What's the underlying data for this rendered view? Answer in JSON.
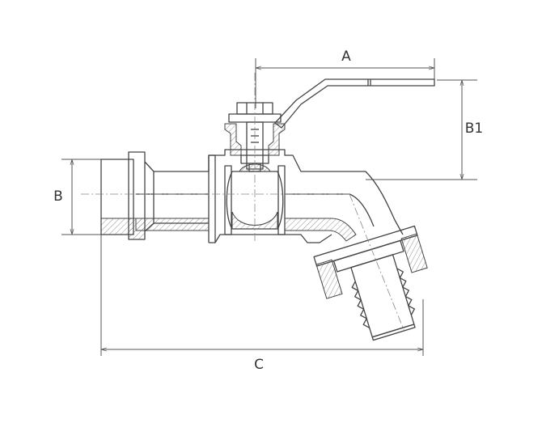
{
  "diagram": {
    "dimension_labels": {
      "a": "A",
      "b": "B",
      "b1": "B1",
      "c": "C"
    },
    "colors": {
      "line": "#444444",
      "dimension": "#555555",
      "background": "#ffffff"
    }
  }
}
